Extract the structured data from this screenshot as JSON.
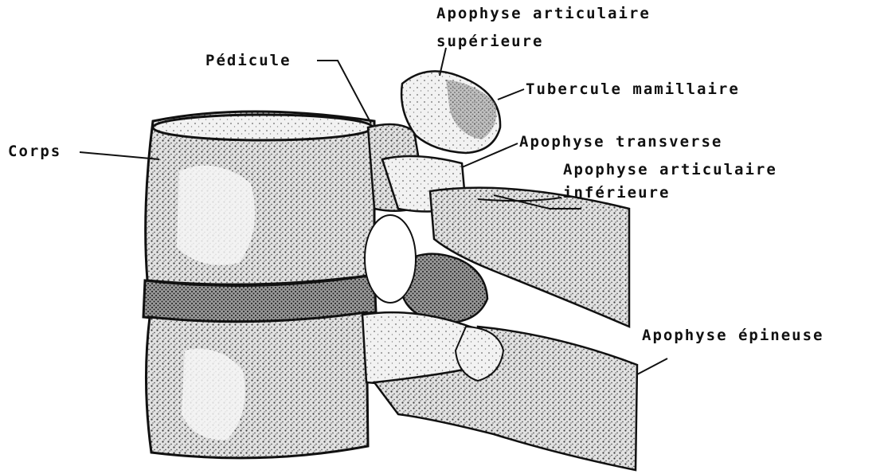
{
  "diagram": {
    "labels": {
      "apophyse_articulaire_superieure_line1": "Apophyse articulaire",
      "apophyse_articulaire_superieure_line2": "supérieure",
      "pedicule": "Pédicule",
      "tubercule_mamillaire": "Tubercule mamillaire",
      "corps": "Corps",
      "apophyse_transverse": "Apophyse transverse",
      "apophyse_articulaire_inferieure_line1": "Apophyse articulaire",
      "apophyse_articulaire_inferieure_line2": "inférieure",
      "apophyse_epineuse": "Apophyse épineuse"
    },
    "colors": {
      "ink": "#111111",
      "bone_light": "#f4f4f4",
      "bone_shade": "#bdbdbd",
      "bone_dark": "#4a4a4a"
    }
  }
}
